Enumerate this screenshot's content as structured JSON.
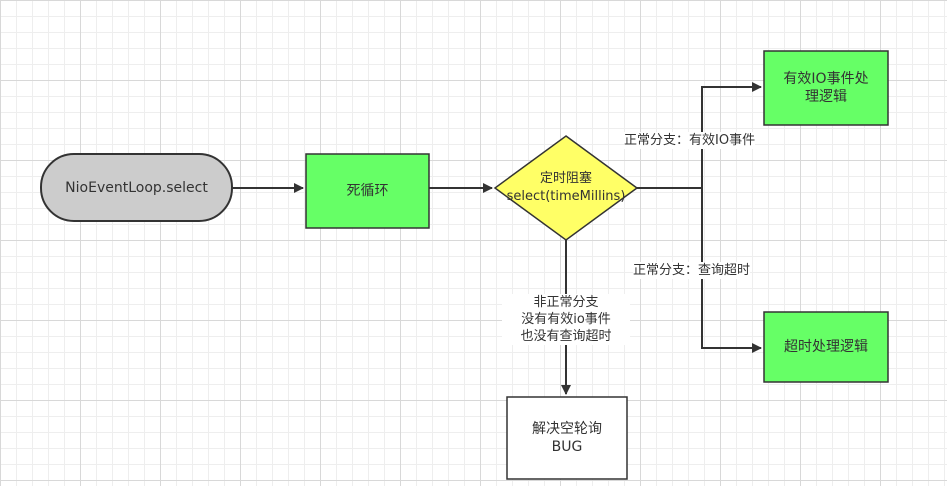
{
  "diagram": {
    "colors": {
      "process_fill": "#66ff66",
      "decision_fill": "#ffff66",
      "start_fill": "#cccccc",
      "bug_fill": "#ffffff",
      "stroke": "#333333"
    },
    "nodes": {
      "start": "NioEventLoop.select",
      "loop": "死循环",
      "decision": "定时阻塞\nselect(timeMillins)",
      "io_handler": "有效IO事件处\n理逻辑",
      "timeout_handler": "超时处理逻辑",
      "bug": "解决空轮询\nBUG"
    },
    "edge_labels": {
      "io_branch": "正常分支：有效IO事件",
      "timeout_branch": "正常分支：查询超时",
      "abnormal_branch": "非正常分支\n没有有效io事件\n也没有查询超时"
    }
  }
}
